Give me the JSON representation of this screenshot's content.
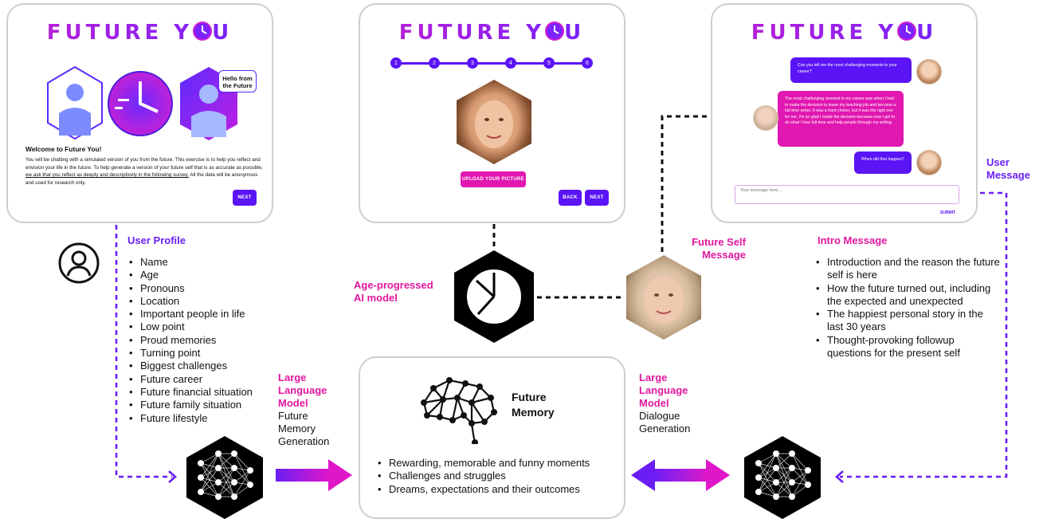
{
  "brand": "FUTURE Y",
  "brand_tail": "U",
  "panel1": {
    "welcome_title": "Welcome to Future You!",
    "body_plain": "You will be chatting with a simulated version of you from the future. This exercise is to help you reflect and envision your life in the future. To help generate a version of your future self that is as accurate as possible, ",
    "body_underline": "we ask that you reflect as deeply and descriptively in the following survey.",
    "body_tail": " All the data will be anonymous and used for research only.",
    "hello_bubble": "Hello from the Future",
    "next": "NEXT"
  },
  "panel2": {
    "steps": [
      "1",
      "2",
      "3",
      "4",
      "5",
      "6"
    ],
    "upload": "UPLOAD YOUR PICTURE",
    "back": "BACK",
    "next": "NEXT"
  },
  "panel3": {
    "msg1": "Can you tell me the most challenging moments in your career?",
    "msg2": "The most challenging moment in my career was when I had to make the decision to leave my teaching job and become a full-time writer. It was a hard choice, but it was the right one for me. I'm so glad I made the decision because now I get to do what I love full-time and help people through my writing.",
    "msg3": "When did that happen?",
    "placeholder": "Your message here...",
    "submit": "SUBMIT"
  },
  "user_profile": {
    "title": "User Profile",
    "items": [
      "Name",
      "Age",
      "Pronouns",
      "Location",
      "Important people in life",
      "Low point",
      "Proud memories",
      "Turning point",
      "Biggest challenges",
      "Future career",
      "Future financial situation",
      "Future family situation",
      "Future lifestyle"
    ]
  },
  "age_model": {
    "line1": "Age-progressed",
    "line2": "AI model"
  },
  "future_self_msg": {
    "line1": "Future Self",
    "line2": "Message"
  },
  "user_message": {
    "line1": "User",
    "line2": "Message"
  },
  "intro": {
    "title": "Intro Message",
    "items": [
      "Introduction and the reason the future self is here",
      "How the future turned out, including the expected and unexpected",
      "The happiest personal story in the last 30 years",
      "Thought-provoking followup questions for the present self"
    ]
  },
  "llm_left": {
    "l1": "Large",
    "l2": "Language",
    "l3": "Model",
    "d1": "Future",
    "d2": "Memory",
    "d3": "Generation"
  },
  "llm_right": {
    "l1": "Large",
    "l2": "Language",
    "l3": "Model",
    "d1": "Dialogue",
    "d2": "Generation"
  },
  "memory": {
    "title1": "Future",
    "title2": "Memory",
    "items": [
      "Rewarding, memorable and funny moments",
      "Challenges and struggles",
      "Dreams, expectations and their outcomes"
    ]
  },
  "colors": {
    "purple": "#5a14f5",
    "magenta": "#e017b0",
    "pink_label": "#e0189f",
    "violet_label": "#6a1ef5"
  }
}
